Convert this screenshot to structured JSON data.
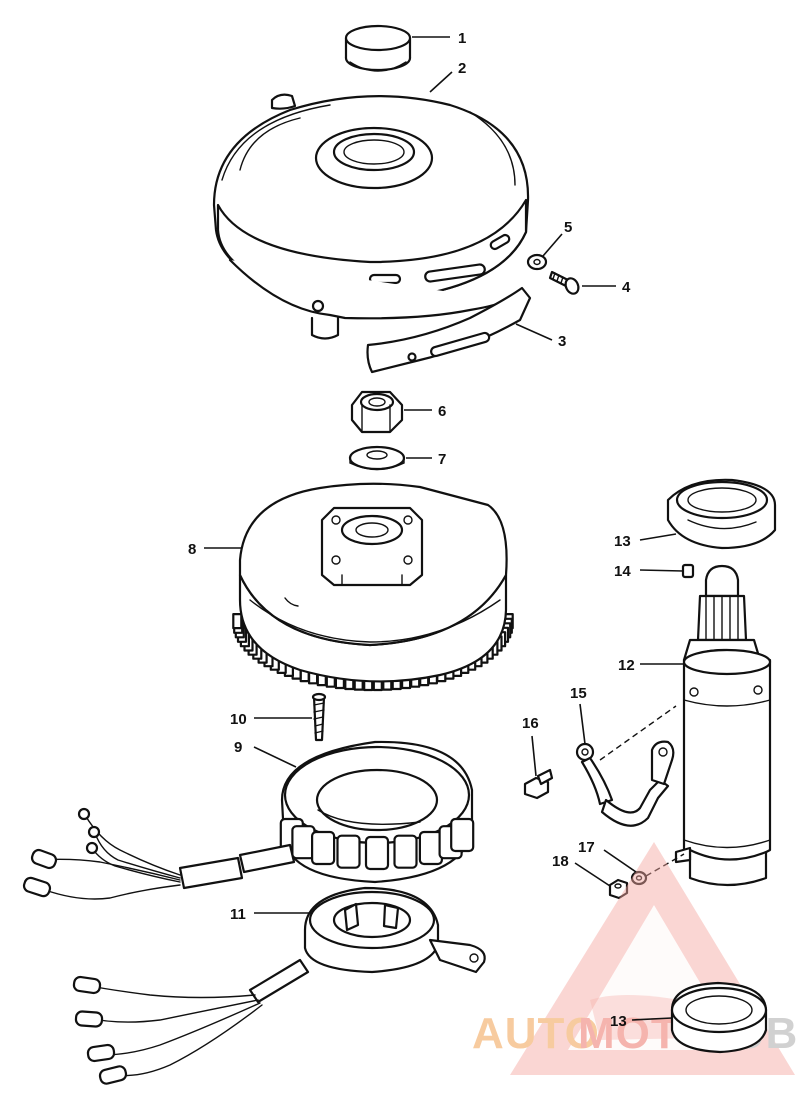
{
  "callouts": [
    "1",
    "2",
    "3",
    "4",
    "5",
    "6",
    "7",
    "8",
    "9",
    "10",
    "11",
    "12",
    "13",
    "14",
    "15",
    "16",
    "17",
    "18",
    "13"
  ],
  "parts": {
    "p1": "cap",
    "p2": "flywheel-cover",
    "p3": "bracket",
    "p4": "screw",
    "p5": "washer",
    "p6": "nut",
    "p7": "washer",
    "p8": "flywheel",
    "p9": "stator",
    "p10": "screw",
    "p11": "trigger",
    "p12": "starter-motor",
    "p13": "collar",
    "p14": "clip",
    "p15": "battery-cable",
    "p16": "bolt",
    "p17": "lock-washer",
    "p18": "nut"
  },
  "watermark": {
    "text_a": "AUTO",
    "text_b": "MOTO",
    "text_c": "HUB",
    "color_a": "#f6c38f",
    "color_b": "#f4a8a0",
    "color_c": "#c9c9c9"
  }
}
